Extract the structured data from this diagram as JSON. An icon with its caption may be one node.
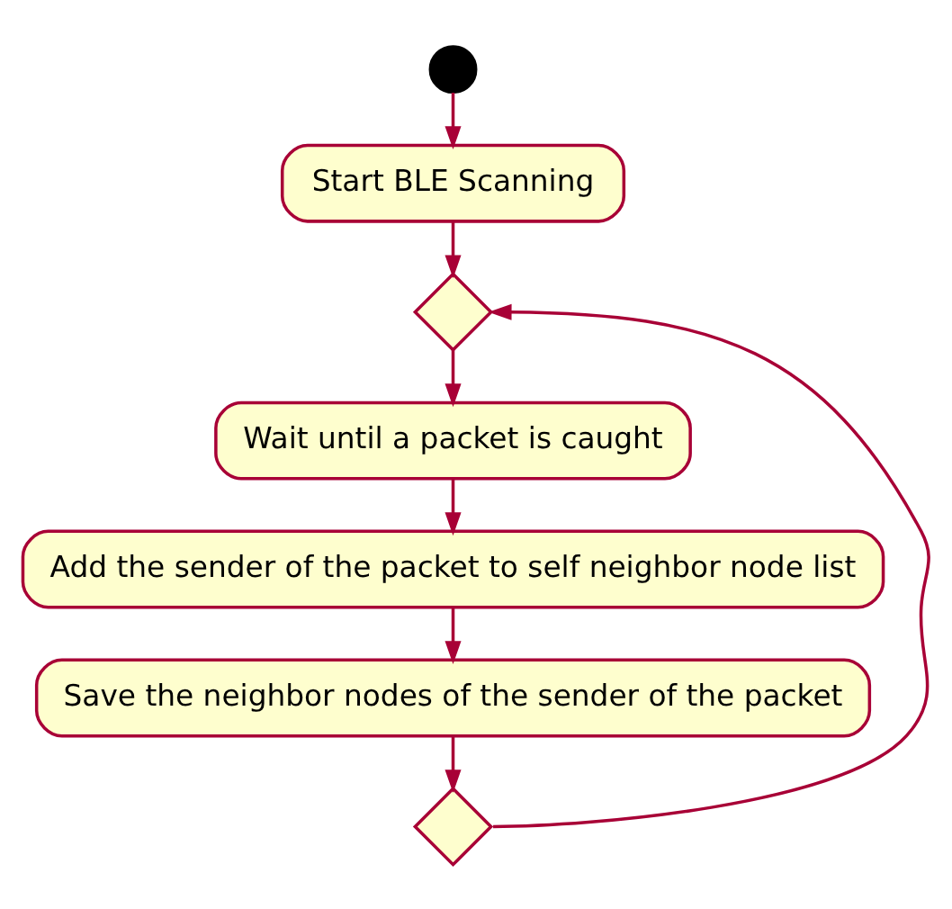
{
  "diagram": {
    "nodes": [
      {
        "text": [],
        "shape": "circle"
      },
      {
        "text": [
          "Start BLE Scanning"
        ]
      },
      {
        "text": [],
        "shape": "diamond"
      },
      {
        "text": [
          "Wait until a packet is caught"
        ]
      },
      {
        "text": [
          "Add the sender of the packet to self neighbor node list"
        ]
      },
      {
        "text": [
          "Save the neighbor nodes of the sender of the packet"
        ]
      },
      {
        "text": [],
        "shape": "diamond"
      }
    ],
    "edges": [
      {
        "from": 0,
        "to": 1,
        "arrow": "to"
      },
      {
        "from": 1,
        "to": 2,
        "arrow": "to"
      },
      {
        "from": 2,
        "to": 3,
        "arrow": "to"
      },
      {
        "from": 3,
        "to": 4,
        "arrow": "to"
      },
      {
        "from": 4,
        "to": 5,
        "arrow": "to"
      },
      {
        "from": 5,
        "to": 6,
        "arrow": "to"
      },
      {
        "from": 6,
        "to": 2,
        "arrow": "to"
      }
    ]
  }
}
